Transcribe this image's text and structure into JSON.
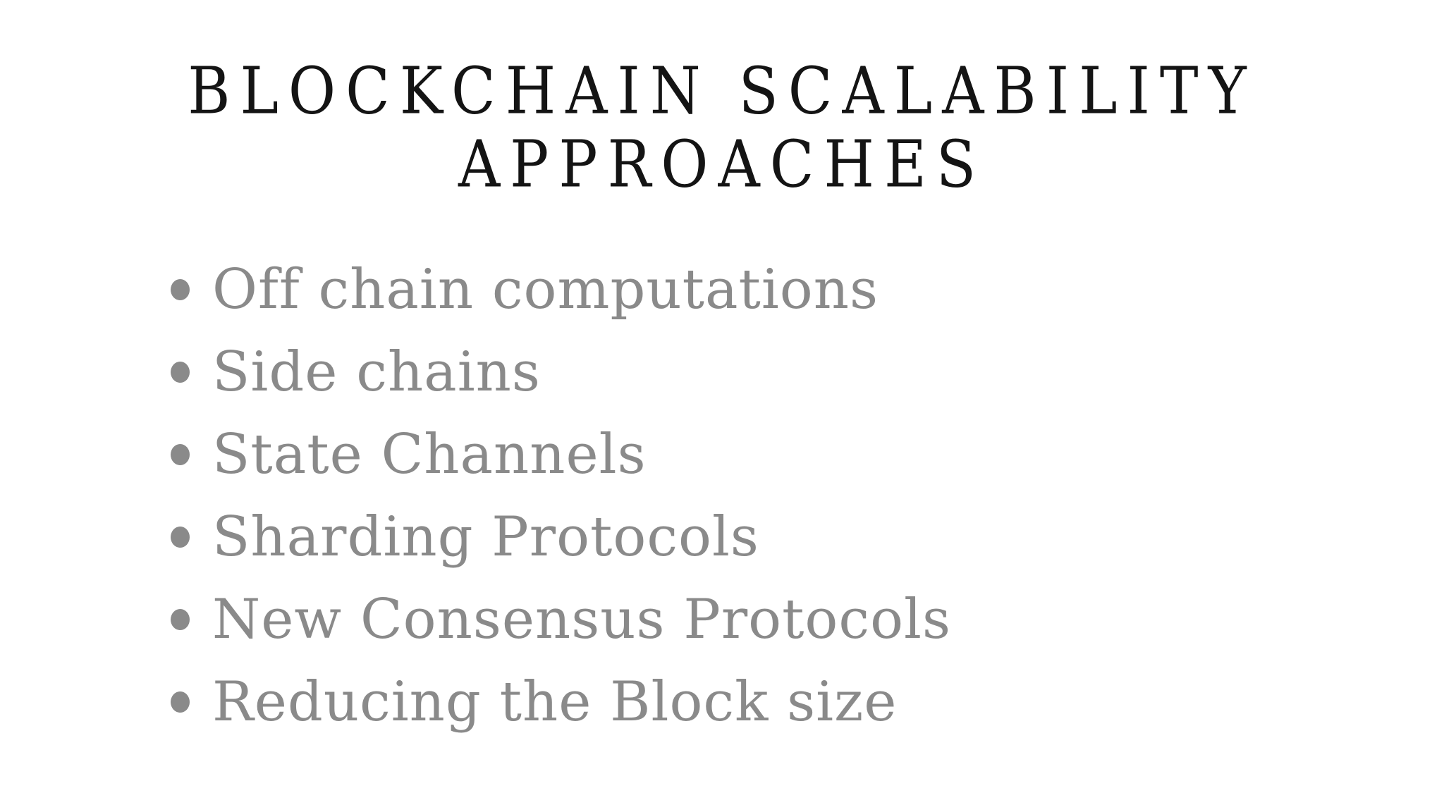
{
  "slide": {
    "title": "BLOCKCHAIN SCALABILITY APPROACHES",
    "title_lines": [
      "BLOCKCHAIN SCALABILITY",
      "APPROACHES"
    ],
    "bullets": [
      "Off chain computations",
      "Side chains",
      "State Channels",
      "Sharding Protocols",
      "New Consensus Protocols",
      "Reducing the Block size"
    ]
  },
  "colors": {
    "background": "#ffffff",
    "title_text": "#141414",
    "body_text": "#8a8a8a"
  }
}
